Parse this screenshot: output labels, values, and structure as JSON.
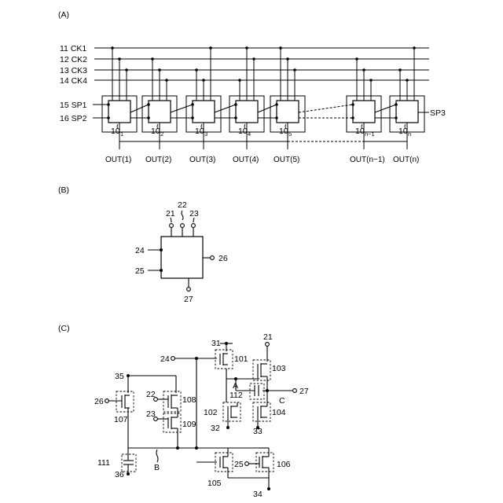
{
  "panel_a": {
    "label": "(A)",
    "buses": [
      "11 CK1",
      "12 CK2",
      "13 CK3",
      "14 CK4"
    ],
    "inputs": [
      "15 SP1",
      "16 SP2"
    ],
    "output_sp": "SP3",
    "stages": [
      {
        "num": "10",
        "idx": "1",
        "out": "OUT(1)"
      },
      {
        "num": "10",
        "idx": "2",
        "out": "OUT(2)"
      },
      {
        "num": "10",
        "idx": "3",
        "out": "OUT(3)"
      },
      {
        "num": "10",
        "idx": "4",
        "out": "OUT(4)"
      },
      {
        "num": "10",
        "idx": "5",
        "out": "OUT(5)"
      },
      {
        "num": "10",
        "idx": "n−1",
        "out": "OUT(n−1)"
      },
      {
        "num": "10",
        "idx": "n",
        "out": "OUT(n)"
      }
    ]
  },
  "panel_b": {
    "label": "(B)",
    "pins": {
      "p21": "21",
      "p22": "22",
      "p23": "23",
      "p24": "24",
      "p25": "25",
      "p26": "26",
      "p27": "27"
    }
  },
  "panel_c": {
    "label": "(C)",
    "nodes": {
      "n31": "31",
      "n21": "21",
      "n24": "24",
      "n35": "35",
      "n26": "26",
      "n22": "22",
      "n23": "23",
      "n32": "32",
      "n33": "33",
      "n25": "25",
      "n34": "34",
      "n36": "36",
      "n27": "27"
    },
    "transistors": {
      "t101": "101",
      "t102": "102",
      "t103": "103",
      "t104": "104",
      "t105": "105",
      "t106": "106",
      "t107": "107",
      "t108": "108",
      "t109": "109"
    },
    "caps": {
      "c111": "111",
      "c112": "112"
    },
    "node_labels": {
      "a": "A",
      "b": "B",
      "c": "C"
    }
  }
}
